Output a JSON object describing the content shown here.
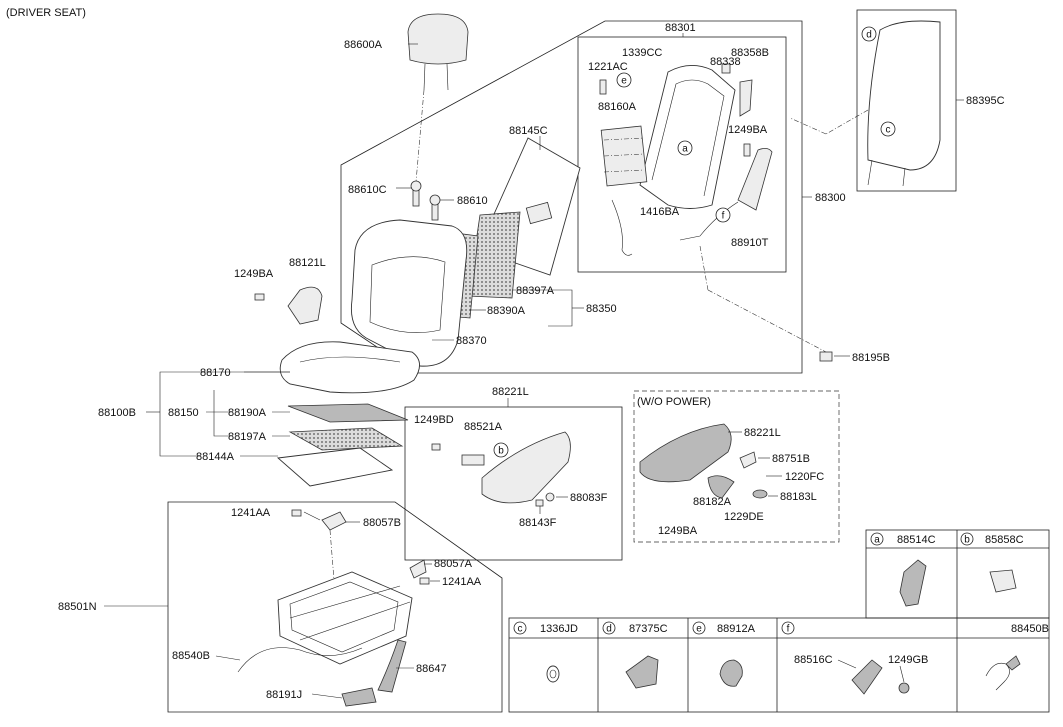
{
  "title": "(DRIVER SEAT)",
  "wo_power_label": "(W/O POWER)",
  "labels": {
    "p88600A": "88600A",
    "p88301": "88301",
    "p1339CC": "1339CC",
    "p88358B": "88358B",
    "p1221AC": "1221AC",
    "p88338": "88338",
    "p88160A": "88160A",
    "p1249BA_a": "1249BA",
    "p1416BA": "1416BA",
    "p88910T": "88910T",
    "p88300": "88300",
    "p88395C": "88395C",
    "p88145C": "88145C",
    "p88610C": "88610C",
    "p88610": "88610",
    "p1249BA_b": "1249BA",
    "p88121L": "88121L",
    "p88397A": "88397A",
    "p88390A": "88390A",
    "p88350": "88350",
    "p88370": "88370",
    "p88195B": "88195B",
    "p88170": "88170",
    "p88100B": "88100B",
    "p88150": "88150",
    "p88190A": "88190A",
    "p88197A": "88197A",
    "p88144A": "88144A",
    "p88221L": "88221L",
    "p1249BD": "1249BD",
    "p88521A": "88521A",
    "p88083F": "88083F",
    "p88143F": "88143F",
    "p88221L_b": "88221L",
    "p88751B": "88751B",
    "p1220FC": "1220FC",
    "p88182A": "88182A",
    "p88183L": "88183L",
    "p1229DE": "1229DE",
    "p1249BA_c": "1249BA",
    "p1241AA_a": "1241AA",
    "p88057B": "88057B",
    "p88057A": "88057A",
    "p1241AA_b": "1241AA",
    "p88501N": "88501N",
    "p88540B": "88540B",
    "p88647": "88647",
    "p88191J": "88191J"
  },
  "callouts": {
    "a": "a",
    "b": "b",
    "c": "c",
    "d": "d",
    "e": "e",
    "f": "f"
  },
  "legend": {
    "a": {
      "letter": "a",
      "part": "88514C"
    },
    "b": {
      "letter": "b",
      "part": "85858C"
    },
    "c": {
      "letter": "c",
      "part": "1336JD"
    },
    "d": {
      "letter": "d",
      "part": "87375C"
    },
    "e": {
      "letter": "e",
      "part": "88912A"
    },
    "f": {
      "letter": "f",
      "part": "88516C",
      "part2": "1249GB"
    },
    "g": {
      "part": "88450B"
    }
  }
}
